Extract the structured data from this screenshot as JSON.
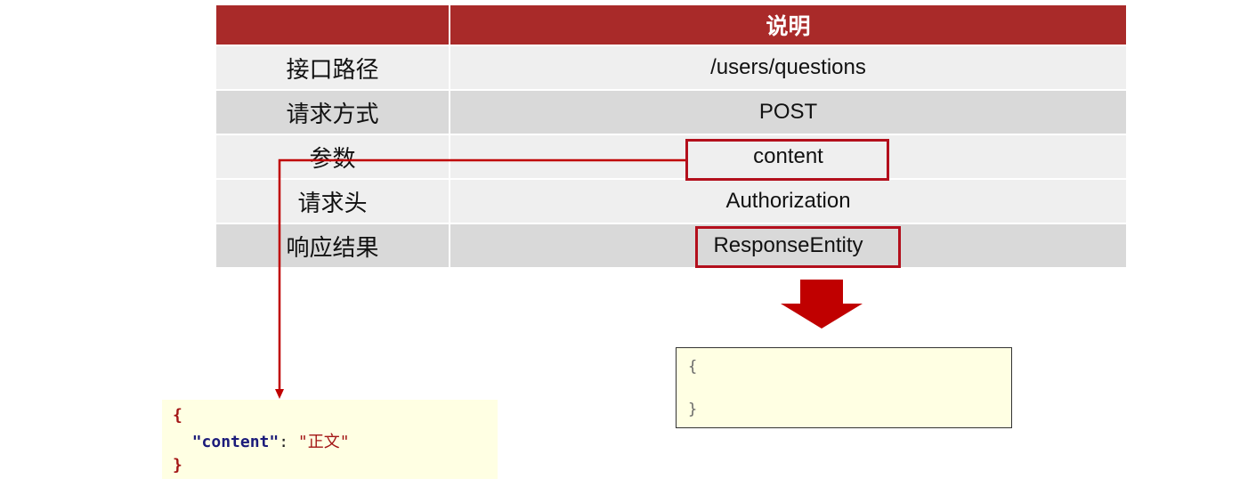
{
  "table": {
    "header": {
      "col1": "",
      "col2": "说明"
    },
    "rows": [
      {
        "label": "接口路径",
        "value": "/users/questions"
      },
      {
        "label": "请求方式",
        "value": "POST"
      },
      {
        "label": "参数",
        "value": "content"
      },
      {
        "label": "请求头",
        "value": "Authorization"
      },
      {
        "label": "响应结果",
        "value": "ResponseEntity"
      }
    ]
  },
  "request_json": {
    "open": "{",
    "key": "\"content\"",
    "colon": ": ",
    "value": "\"正文\"",
    "close": "}"
  },
  "response_json": {
    "open": "{",
    "close": "}"
  },
  "colors": {
    "header_bg": "#a92a29",
    "highlight": "#b30f1c",
    "arrow": "#c00000",
    "code_bg": "#ffffe3"
  }
}
